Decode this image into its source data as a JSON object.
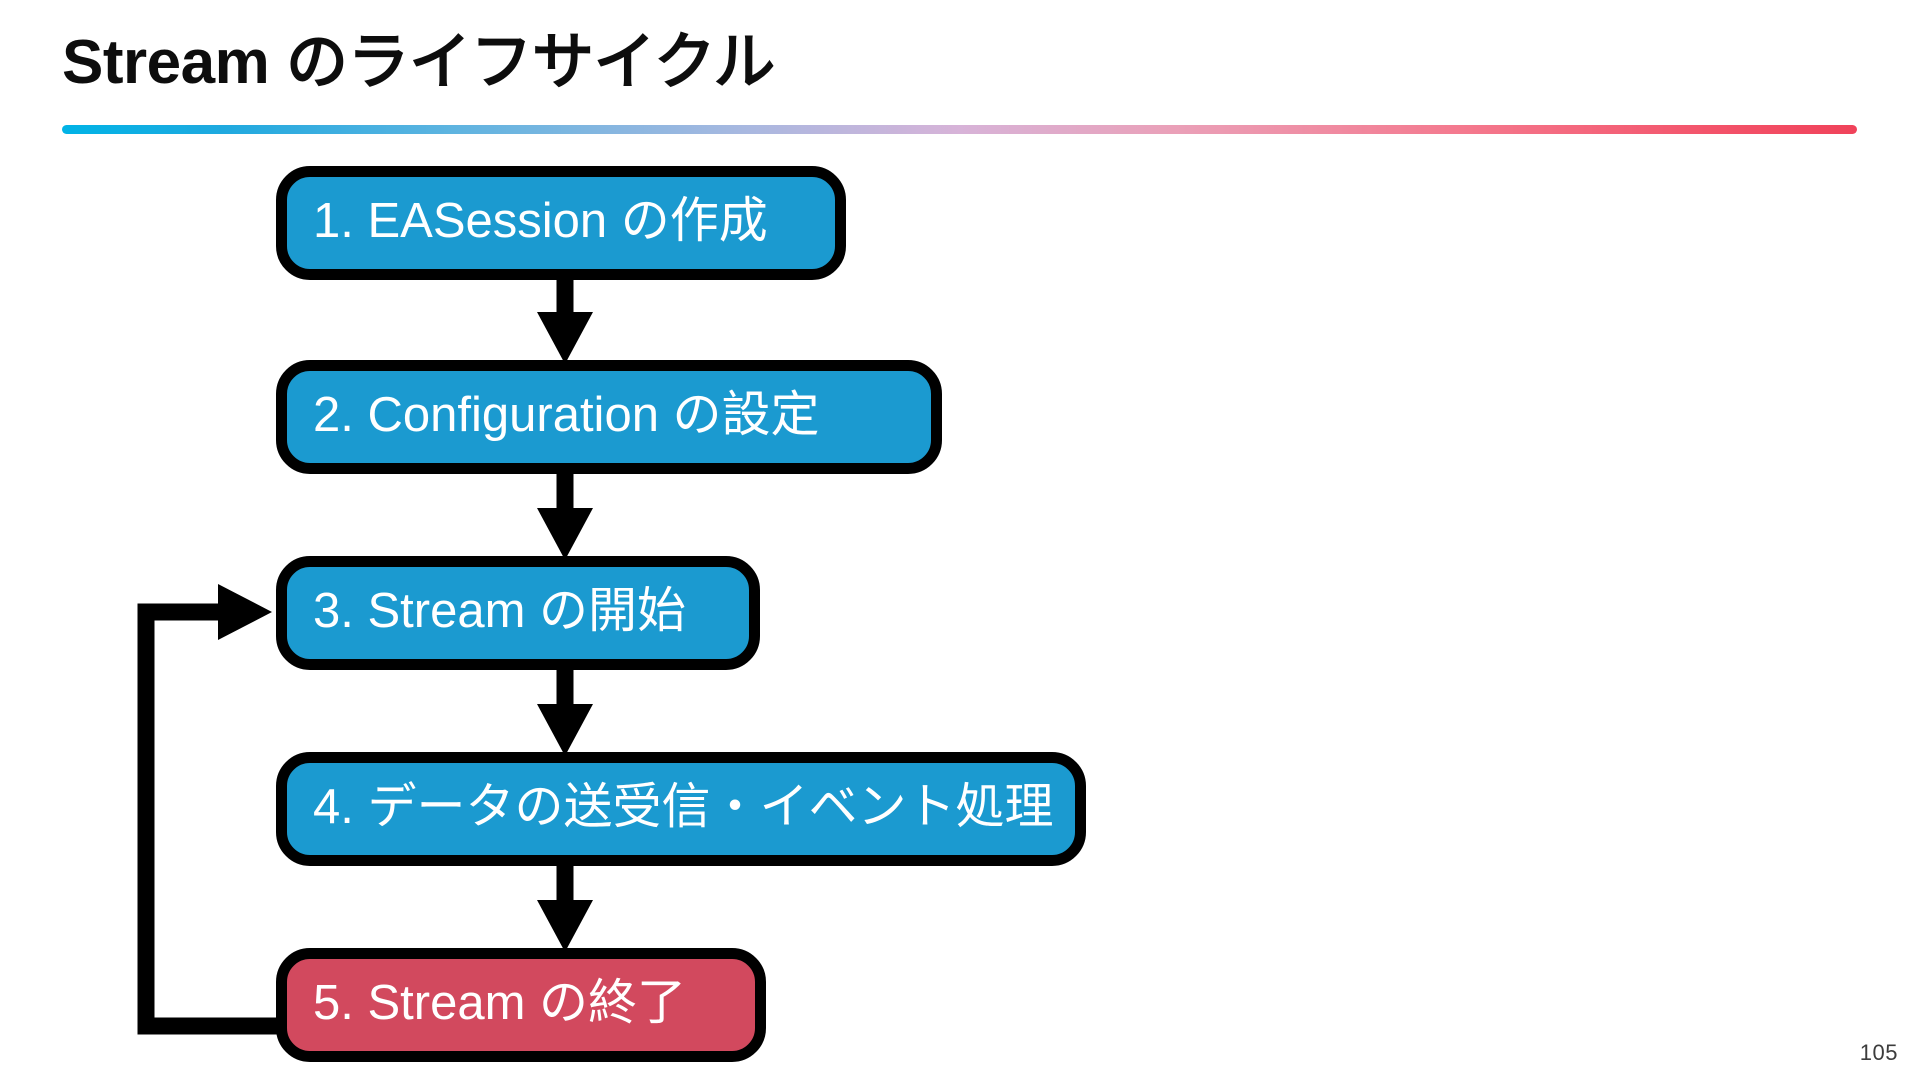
{
  "slide": {
    "title": "Stream のライフサイクル",
    "page_number": "105",
    "accent_start_color": "#00b3e6",
    "accent_end_color": "#f0425a"
  },
  "diagram": {
    "type": "flowchart",
    "orientation": "vertical",
    "node_fill_default": "#1b9ad0",
    "node_fill_terminal": "#d2495e",
    "node_border_color": "#000000",
    "node_text_color": "#ffffff",
    "connector_color": "#000000",
    "nodes": [
      {
        "id": "n1",
        "label": "1. EASession の作成",
        "color": "#1b9ad0"
      },
      {
        "id": "n2",
        "label": "2. Configuration の設定",
        "color": "#1b9ad0"
      },
      {
        "id": "n3",
        "label": "3. Stream の開始",
        "color": "#1b9ad0"
      },
      {
        "id": "n4",
        "label": "4. データの送受信・イベント処理",
        "color": "#1b9ad0"
      },
      {
        "id": "n5",
        "label": "5. Stream の終了",
        "color": "#d2495e"
      }
    ],
    "edges": [
      {
        "from": "n1",
        "to": "n2",
        "kind": "down"
      },
      {
        "from": "n2",
        "to": "n3",
        "kind": "down"
      },
      {
        "from": "n3",
        "to": "n4",
        "kind": "down"
      },
      {
        "from": "n4",
        "to": "n5",
        "kind": "down"
      },
      {
        "from": "n5",
        "to": "n3",
        "kind": "loop-back-left"
      }
    ]
  }
}
